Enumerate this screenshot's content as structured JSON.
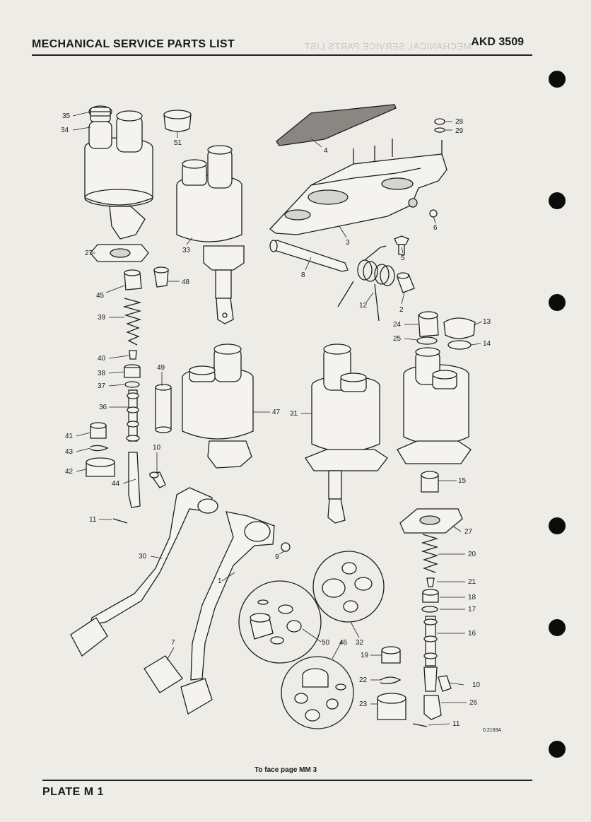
{
  "header": {
    "title": "MECHANICAL SERVICE PARTS LIST",
    "ref": "AKD 3509"
  },
  "footer": {
    "plate": "PLATE M 1",
    "note": "To face page MM 3",
    "drawing_no": "0.2169A"
  },
  "callouts": [
    "35",
    "34",
    "51",
    "4",
    "28",
    "29",
    "3",
    "6",
    "5",
    "27",
    "33",
    "45",
    "48",
    "8",
    "12",
    "2",
    "39",
    "24",
    "13",
    "25",
    "14",
    "40",
    "49",
    "38",
    "37",
    "36",
    "47",
    "31",
    "41",
    "43",
    "10",
    "42",
    "44",
    "15",
    "11",
    "27",
    "20",
    "30",
    "9",
    "1",
    "21",
    "18",
    "17",
    "16",
    "50",
    "32",
    "46",
    "7",
    "19",
    "10",
    "22",
    "23",
    "26",
    "11"
  ],
  "icons": [
    "punch-hole-icon"
  ]
}
